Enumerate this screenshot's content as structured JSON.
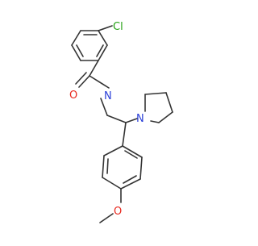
{
  "molecule": {
    "atoms": {
      "cl": {
        "label": "Cl",
        "color": "#22a012"
      },
      "o_amide": {
        "label": "O",
        "color": "#e8281e"
      },
      "n_amide": {
        "label": "N",
        "color": "#2a3fd8"
      },
      "n_pyrrolidine": {
        "label": "N",
        "color": "#2a3fd8"
      },
      "o_methoxy": {
        "label": "O",
        "color": "#e8281e"
      }
    },
    "bond_color": "#333333"
  }
}
